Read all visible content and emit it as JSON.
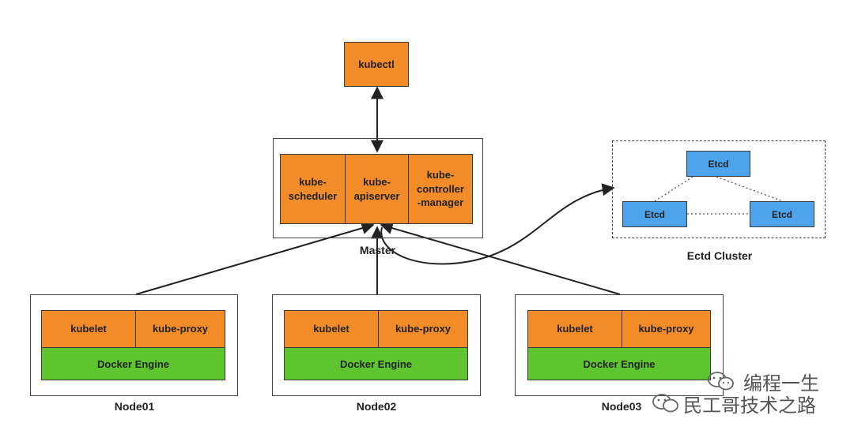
{
  "colors": {
    "component": "#f28c28",
    "engine": "#5fc52f",
    "etcd": "#4ea4ec",
    "outline": "#3a3a3a"
  },
  "kubectl": {
    "label": "kubectl"
  },
  "master": {
    "label": "Master",
    "components": [
      {
        "label": "kube-\nscheduler"
      },
      {
        "label": "kube-\napiserver"
      },
      {
        "label": "kube-\ncontroller\n-manager"
      }
    ]
  },
  "etcd_cluster": {
    "label": "Ectd Cluster",
    "members": [
      {
        "label": "Etcd"
      },
      {
        "label": "Etcd"
      },
      {
        "label": "Etcd"
      }
    ]
  },
  "nodes": [
    {
      "label": "Node01",
      "kubelet": "kubelet",
      "proxy": "kube-proxy",
      "engine": "Docker Engine"
    },
    {
      "label": "Node02",
      "kubelet": "kubelet",
      "proxy": "kube-proxy",
      "engine": "Docker Engine"
    },
    {
      "label": "Node03",
      "kubelet": "kubelet",
      "proxy": "kube-proxy",
      "engine": "Docker Engine"
    }
  ],
  "watermark": {
    "line1": "编程一生",
    "line2": "民工哥技术之路",
    "icon": "wechat-logo-icon"
  }
}
